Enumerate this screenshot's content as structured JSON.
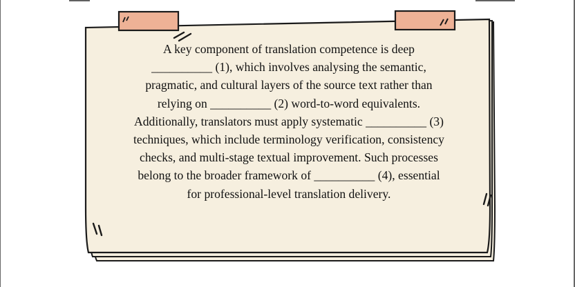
{
  "note": {
    "lines": [
      "A key component of translation competence is deep",
      "__________ (1), which involves analysing the semantic,",
      "pragmatic, and cultural layers of the source text rather than",
      "relying on __________ (2) word-to-word equivalents.",
      "Additionally, translators must apply systematic __________ (3)",
      "techniques, which include terminology verification, consistency",
      "checks, and multi-stage textual improvement.  Such processes",
      "belong to the broader framework of __________ (4), essential",
      "for professional-level translation delivery."
    ]
  },
  "colors": {
    "paper": "#f6efdf",
    "tape": "#eeb296",
    "ink": "#111111"
  }
}
